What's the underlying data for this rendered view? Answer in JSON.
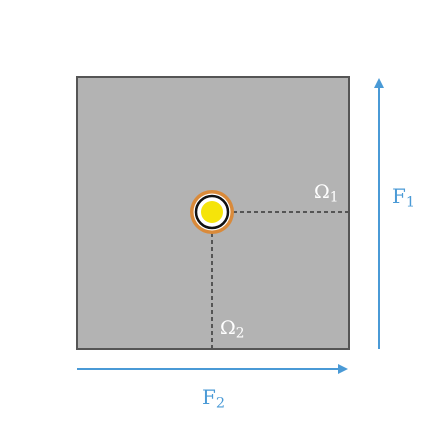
{
  "labels": {
    "omega1": {
      "symbol": "Ω",
      "subscript": "1"
    },
    "omega2": {
      "symbol": "Ω",
      "subscript": "2"
    },
    "f1": {
      "symbol": "F",
      "subscript": "1"
    },
    "f2": {
      "symbol": "F",
      "subscript": "2"
    }
  },
  "colors": {
    "panel_fill": "#b3b3b3",
    "panel_stroke": "#555555",
    "arrow": "#4a9ad6",
    "dashed_line": "#555555",
    "ring_outer": "#d98a3a",
    "ring_middle": "#ffffff",
    "ring_inner_outline": "#111111",
    "core": "#f5e40a",
    "label_on_panel": "#ffffff",
    "label_axis": "#4a9ad6"
  }
}
